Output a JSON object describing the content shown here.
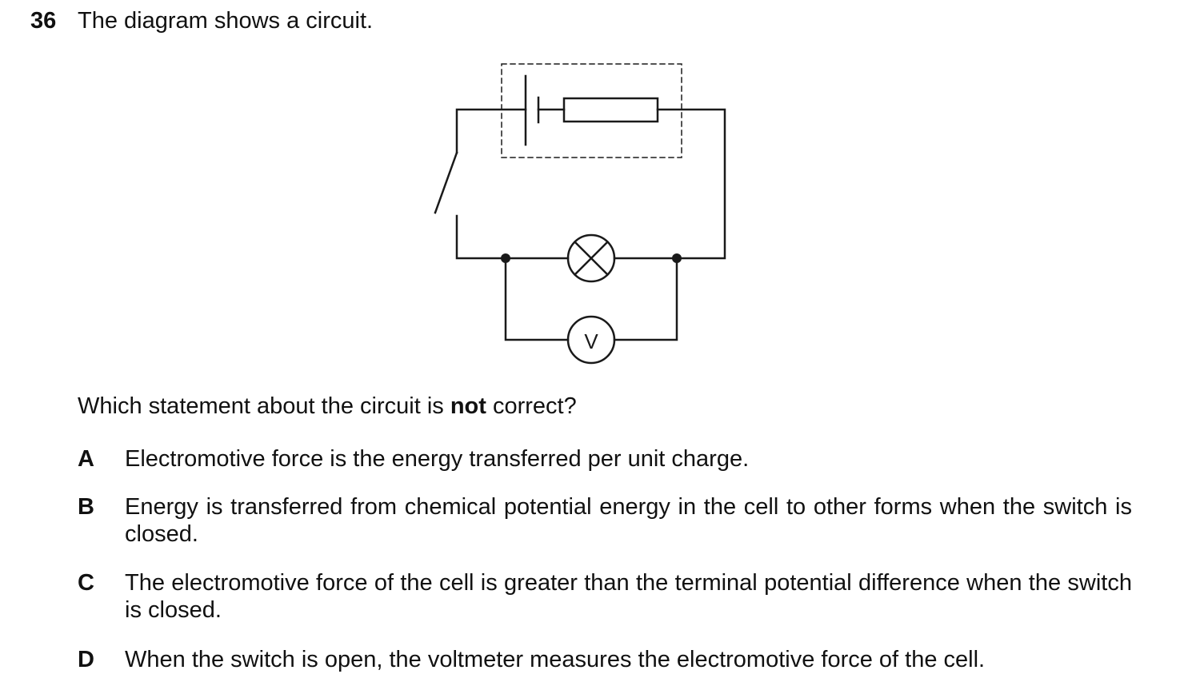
{
  "question": {
    "number": "36",
    "title": "The diagram shows a circuit.",
    "stem_before": "Which statement about the circuit is ",
    "stem_emphasis": "not",
    "stem_after": " correct?"
  },
  "diagram": {
    "voltmeter_label": "V"
  },
  "options": [
    {
      "letter": "A",
      "text": "Electromotive force is the energy transferred per unit charge."
    },
    {
      "letter": "B",
      "text": "Energy is transferred from chemical potential energy in the cell to other forms when the switch is closed."
    },
    {
      "letter": "C",
      "text": "The electromotive force of the cell is greater than the terminal potential difference when the switch is closed."
    },
    {
      "letter": "D",
      "text": "When the switch is open, the voltmeter measures the electromotive force of the cell."
    }
  ]
}
